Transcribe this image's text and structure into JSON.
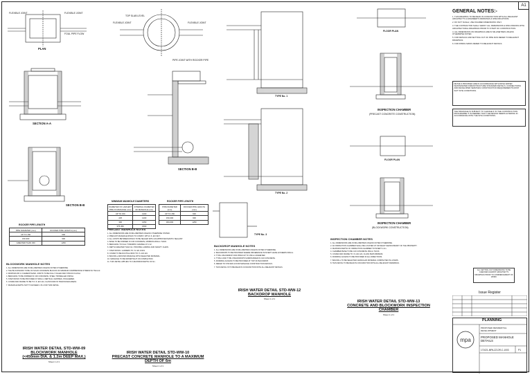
{
  "sheet_size": "A1",
  "col1": {
    "top_labels": [
      "FLEXIBLE JOINT",
      "FLEXIBLE JOINT",
      "FOUL PIPE FLOW",
      "PLAN",
      "SECTION A-A",
      "SECTION B-B"
    ],
    "table_title": "ROCKER PIPE LENGTH",
    "table_headers": [
      "PIPE DIAMETER (mm)",
      "ROCKER PIPE LENGTH (mm)"
    ],
    "table_rows": [
      [
        "UP TO 150",
        "600"
      ],
      [
        "150-300",
        "900"
      ],
      [
        "GREATER THAN 300",
        "1250"
      ]
    ],
    "notes_title": "BLOCKWORK MANHOLE NOTES",
    "notes": [
      "1. ALL DIMENSIONS ARE IN MILLIMETRES UNLESS NOTED OTHERWISE.",
      "2. THE BLOCKWORK TO BE OF SOLID CONCRETE BLOCKS OF MINIMUM COMPRESSIVE STRENGTH 7N/mm2.",
      "3. MORTAR MIX 1:3 CEMENT:SAND. JOINTS TO BE FULLY FILLED AND STRUCK FLUSH.",
      "4. BENCHING TO BE FORMED IN C30 CONCRETE, STEEL TROWELLED FINISH.",
      "5. STEP IRONS TO BE PROVIDED AT 300mm VERTICAL CENTRES, STAGGERED.",
      "6. COVER AND FRAME TO BE TO I.S. EN 124, CLASS D400 IN TRAFFICKED AREAS.",
      "7. MANHOLE DEPTH NOT TO EXCEED 1.5m FOR THIS DETAIL."
    ],
    "title_lines": [
      "IRISH WATER DETAIL STD-WW-09",
      "BLOCKWORK MANHOLE",
      "(<450mm DIA. & 1.2m DEEP MAX.)"
    ],
    "title_sub": "Sheet 1 of 1"
  },
  "col2": {
    "top_labels": [
      "TOP SLAB LEVEL",
      "FLEXIBLE JOINT",
      "FLEXIBLE JOINT",
      "PIPE JOINT WITH ROCKER PIPE"
    ],
    "section_label": "SECTION B-B",
    "tables": [
      {
        "title": "MINIMUM MANHOLE DIAMETERS",
        "headers": [
          "DIAMETER OF LARGEST PIPE IN MANHOLE (mm)",
          "INTERNAL DIAMETER OF MANHOLE (mm)"
        ],
        "rows": [
          [
            "UP TO 150",
            "1200"
          ],
          [
            "225",
            "1200"
          ],
          [
            "300",
            "1350"
          ],
          [
            "375-450",
            "1500"
          ]
        ]
      },
      {
        "title": "ROCKER PIPE LENGTH",
        "headers": [
          "PIPE DIAMETER (mm)",
          "ROCKER PIPE LENGTH (mm)"
        ],
        "rows": [
          [
            "UP TO 150",
            "600"
          ],
          [
            "150-300",
            "900"
          ],
          [
            "300-600",
            "1250"
          ]
        ]
      }
    ],
    "notes_title": "PRECAST MANHOLE NOTES",
    "notes": [
      "1. ALL DIMENSIONS ARE IN MILLIMETRES UNLESS OTHERWISE STATED.",
      "2. PRECAST MANHOLE RINGS TO COMPLY WITH I.S. EN 1917.",
      "3. ALL JOINTS BETWEEN RINGS TO BE SEALED WITH AN APPROVED MASTIC SEALANT.",
      "4. BASE TO BE FORMED IN C30 CONCRETE, MINIMUM 200mm THICK.",
      "5. BENCHING TO FALL TOWARDS CHANNEL AT 1:12.",
      "6. DEPTH GREATER THAN 3m: PROVIDE LANDING AND SAFETY CHAIN.",
      "7. STEP IRONS / LADDERS TO I.S. EN 13101.",
      "8. COVER TO BE DUCTILE IRON TO I.S. EN 124.",
      "9. BACKFILL AROUND MANHOLE WITH SELECTED MATERIAL.",
      "10. MANHOLE TO BE WATERTIGHT ON COMPLETION.",
      "11. THIS DETAIL APPLIES TO A MAXIMUM DEPTH OF 6m."
    ],
    "title_lines": [
      "IRISH WATER DETAIL STD-WW-10",
      "PRECAST CONCRETE MANHOLE TO A MAXIMUM DEPTH OF 6m"
    ],
    "title_sub": "Sheet 1 of 1"
  },
  "col3": {
    "top_labels": [
      "TYPE No. 1",
      "TYPE No. 2",
      "TYPE No. 3"
    ],
    "notes_title": "BACKDROP MANHOLE NOTES",
    "notes": [
      "1. ALL DIMENSIONS ARE IN MILLIMETRES UNLESS NOTED OTHERWISE.",
      "2. BACKDROPS TO BE PROVIDED WHERE DIFFERENCE IN INVERT LEVEL EXCEEDS 600mm.",
      "3. TYPE 1 BACKDROP FOR PIPES UP TO 150mm DIAMETER.",
      "4. TYPE 2 AND TYPE 3 BACKDROPS SURROUNDED IN C20 CONCRETE.",
      "5. RODDING ACCESS TO BE PROVIDED AT TOP OF BACKDROP.",
      "6. REFER TO STD-WW-10 FOR MANHOLE CONSTRUCTION DETAILS.",
      "7. THIS DETAIL IS TO BE READ IN CONJUNCTION WITH ALL RELEVANT DETAILS."
    ],
    "title_lines": [
      "IRISH WATER DETAIL STD-WW-12",
      "BACKDROP MANHOLE"
    ],
    "title_sub": "Sheet 1 of 1"
  },
  "col4": {
    "top_labels": [
      "FLOOR PLAN",
      "INSPECTION CHAMBER",
      "(PRECAST CONCRETE CONSTRUCTION)",
      "FLOOR PLAN",
      "INSPECTION CHAMBER",
      "(BLOCKWORK CONSTRUCTION)"
    ],
    "notes_title": "INSPECTION CHAMBER NOTES",
    "notes": [
      "1. ALL DIMENSIONS ARE IN MILLIMETRES UNLESS NOTED OTHERWISE.",
      "2. AN INSPECTION CHAMBER SHALL BE LOCATED AT OR NEAR THE BOUNDARY OF THE PROPERTY.",
      "3. MAXIMUM DEPTH OF INSPECTION CHAMBER TO INVERT 1.2m.",
      "4. CHAMBER BASE TO BE C20 CONCRETE 150mm THICK.",
      "5. COVER AND FRAME TO I.S. EN 124, CLASS B125 MINIMUM.",
      "6. RODDING ACCESS TO BE PROVIDED IN ALL DIRECTIONS.",
      "7. BACKFILL TO BE SELECTED GRANULAR MATERIAL COMPACTED IN LAYERS.",
      "8. THIS DETAIL TO BE READ IN CONJUNCTION WITH ALL RELEVANT DRAWINGS."
    ],
    "title_lines": [
      "IRISH WATER DETAIL STD-WW-13",
      "CONCRETE AND BLOCKWORK INSPECTION",
      "CHAMBER"
    ],
    "title_sub": "Sheet 1 of 1"
  },
  "col5": {
    "heading": "GENERAL NOTES:-",
    "notes": [
      "1. THIS DRAWING TO BE READ IN CONJUNCTION WITH ALL RELEVANT ARCHITECT'S & ENGINEER'S DRAWINGS & SPECIFICATIONS.",
      "2. DO NOT SCALE, USE FIGURED DIMENSIONS ONLY.",
      "3. THE CONTRACTOR SHALL VERIFY ALL DIMENSIONS & DISCUSSIONS WITH ARCHITECTURAL DRAWINGS PRIOR TO START OF CONSTRUCTION.",
      "4. ALL DIMENSIONS ON DRAWINGS ARE IN MILLIMETRES UNLESS OTHERWISE NOTED.",
      "5. FOR DETAILS AND SETTING OUT OF PIPE RUN REFER TO RELEVANT DRAWINGS.",
      "6. FOR RISING MAINS REFER TO RELEVANT DETAILS."
    ],
    "boxed_note_1": "DETAILS PROVIDED ARE IN ACCORDANCE WITH IRISH WATER WASTEWATER INFRASTRUCTURE STANDARD DETAILS. CONNECTIONS AND DEVELOPER SERVICES CONSTRUCTION REQUIREMENTS MUST SUIT SITE CONDITIONS.",
    "boxed_note_2": "THE DRAINAGE IS SUBJECT TO CHANGE IF IN THE CONSTRUCTION PROGRAMME IT IS DEEMED THAT THE DESIGN NEEDS ALTERING IN ACCORDANCE WITH THE SITE CONDITIONS.",
    "stamp_note": "ALL SETTING OUT DIMENSIONS TO BE CHECKED AGAINST ARCHITECT'S DRAWINGS PRIOR TO COMMENCEMENT OF WORK",
    "issue_register_title": "Issue Register",
    "planning_label": "PLANNING",
    "project_lines": [
      "PROPOSED RESIDENTIAL",
      "DEVELOPMENT"
    ],
    "drawing_title_lines": [
      "PROPOSED MANHOLE",
      "DETAILS"
    ],
    "drawing_number": "171021-MPA-ZZ-DR-C-1003",
    "revision": "P1"
  }
}
